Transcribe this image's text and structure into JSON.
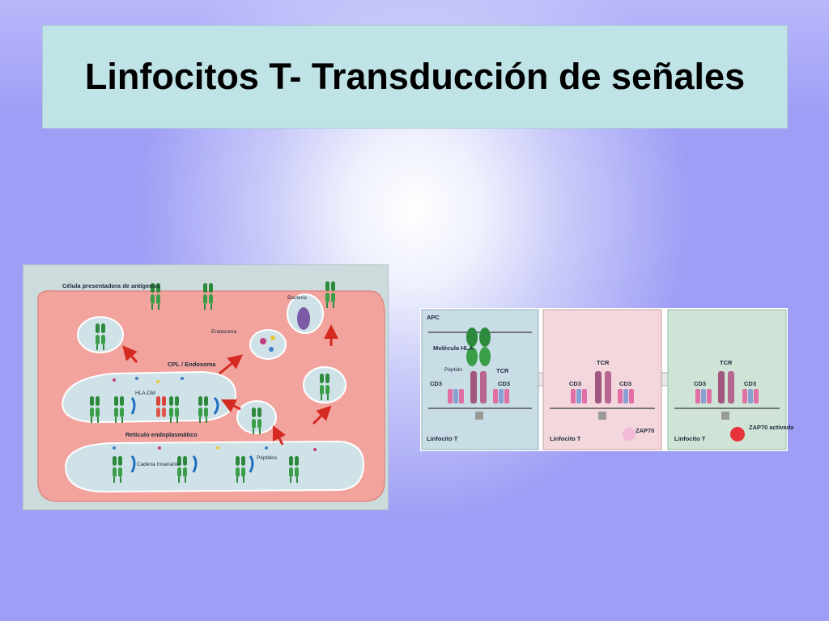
{
  "title": "Linfocitos T- Transducción de señales",
  "figure1": {
    "labels": {
      "celula": "Célula presentadora de antígenos",
      "bacteria": "Bacteria",
      "endosoma": "Endosoma",
      "cpl": "CPL / Endosoma",
      "hla_dm": "HLA-DM",
      "reticulo": "Retículo endoplasmático",
      "peptidos": "Péptidos",
      "cadena": "Cadena Invariante"
    }
  },
  "figure2": {
    "panel1": {
      "apc": "APC",
      "molecula": "Molécula HLA",
      "peptido": "Péptido",
      "tcr": "TCR",
      "cd3_left": "CD3",
      "cd3_right": "CD3",
      "linfocito": "Linfocito T"
    },
    "panel2": {
      "tcr": "TCR",
      "cd3_left": "CD3",
      "cd3_right": "CD3",
      "zap70": "ZAP70",
      "linfocito": "Linfocito T"
    },
    "panel3": {
      "tcr": "TCR",
      "cd3_left": "CD3",
      "cd3_right": "CD3",
      "zap70": "ZAP70 activada",
      "linfocito": "Linfocito T"
    }
  }
}
